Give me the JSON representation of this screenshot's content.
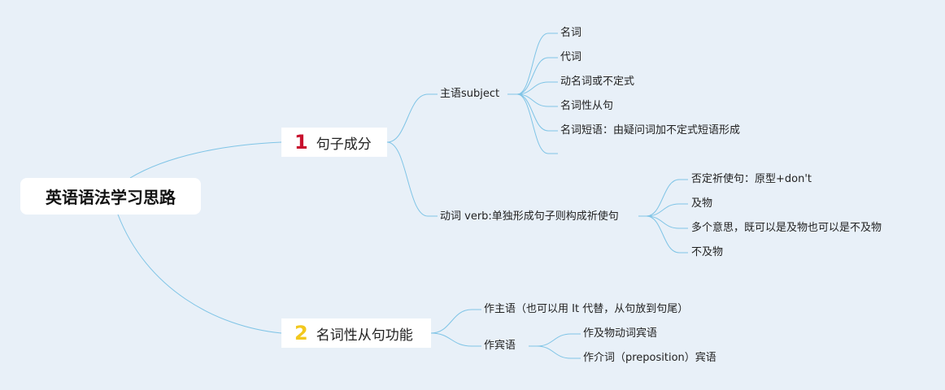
{
  "root": {
    "label": "英语语法学习思路"
  },
  "branches": [
    {
      "number": "1",
      "label": "句子成分",
      "children": [
        {
          "label": "主语subject",
          "children": [
            "名词",
            "代词",
            "动名词或不定式",
            "名词性从句",
            "名词短语：由疑问词加不定式短语形成"
          ]
        },
        {
          "label": "动词 verb:单独形成句子则构成祈使句",
          "children": [
            "否定祈使句：原型+don't",
            "及物",
            "多个意思，既可以是及物也可以是不及物",
            "不及物"
          ]
        }
      ]
    },
    {
      "number": "2",
      "label": "名词性从句功能",
      "children": [
        {
          "label": "作主语（也可以用 It 代替，从句放到句尾）"
        },
        {
          "label": "作宾语",
          "children": [
            "作及物动词宾语",
            "作介词（preposition）宾语"
          ]
        }
      ]
    }
  ],
  "colors": {
    "background": "#e8f0f8",
    "connector": "#7fc4e6",
    "number1": "#c8102e",
    "number2": "#f2c81e"
  }
}
